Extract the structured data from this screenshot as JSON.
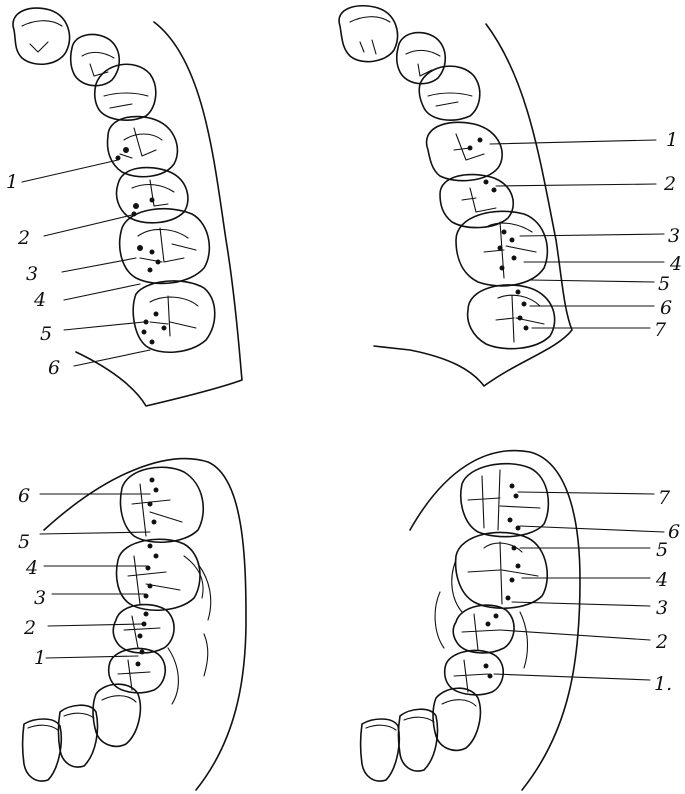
{
  "figure": {
    "panels": [
      {
        "id": "upper-left",
        "labels": [
          "1",
          "2",
          "3",
          "4",
          "5",
          "6"
        ]
      },
      {
        "id": "upper-right",
        "labels": [
          "1",
          "2",
          "3",
          "4",
          "5",
          "6",
          "7"
        ]
      },
      {
        "id": "lower-left",
        "labels": [
          "6",
          "5",
          "4",
          "3",
          "2",
          "1"
        ]
      },
      {
        "id": "lower-right",
        "labels": [
          "7",
          "6",
          "5",
          "4",
          "3",
          "2",
          "1."
        ]
      }
    ],
    "colors": {
      "ink": "#111111",
      "paper": "#ffffff"
    }
  }
}
